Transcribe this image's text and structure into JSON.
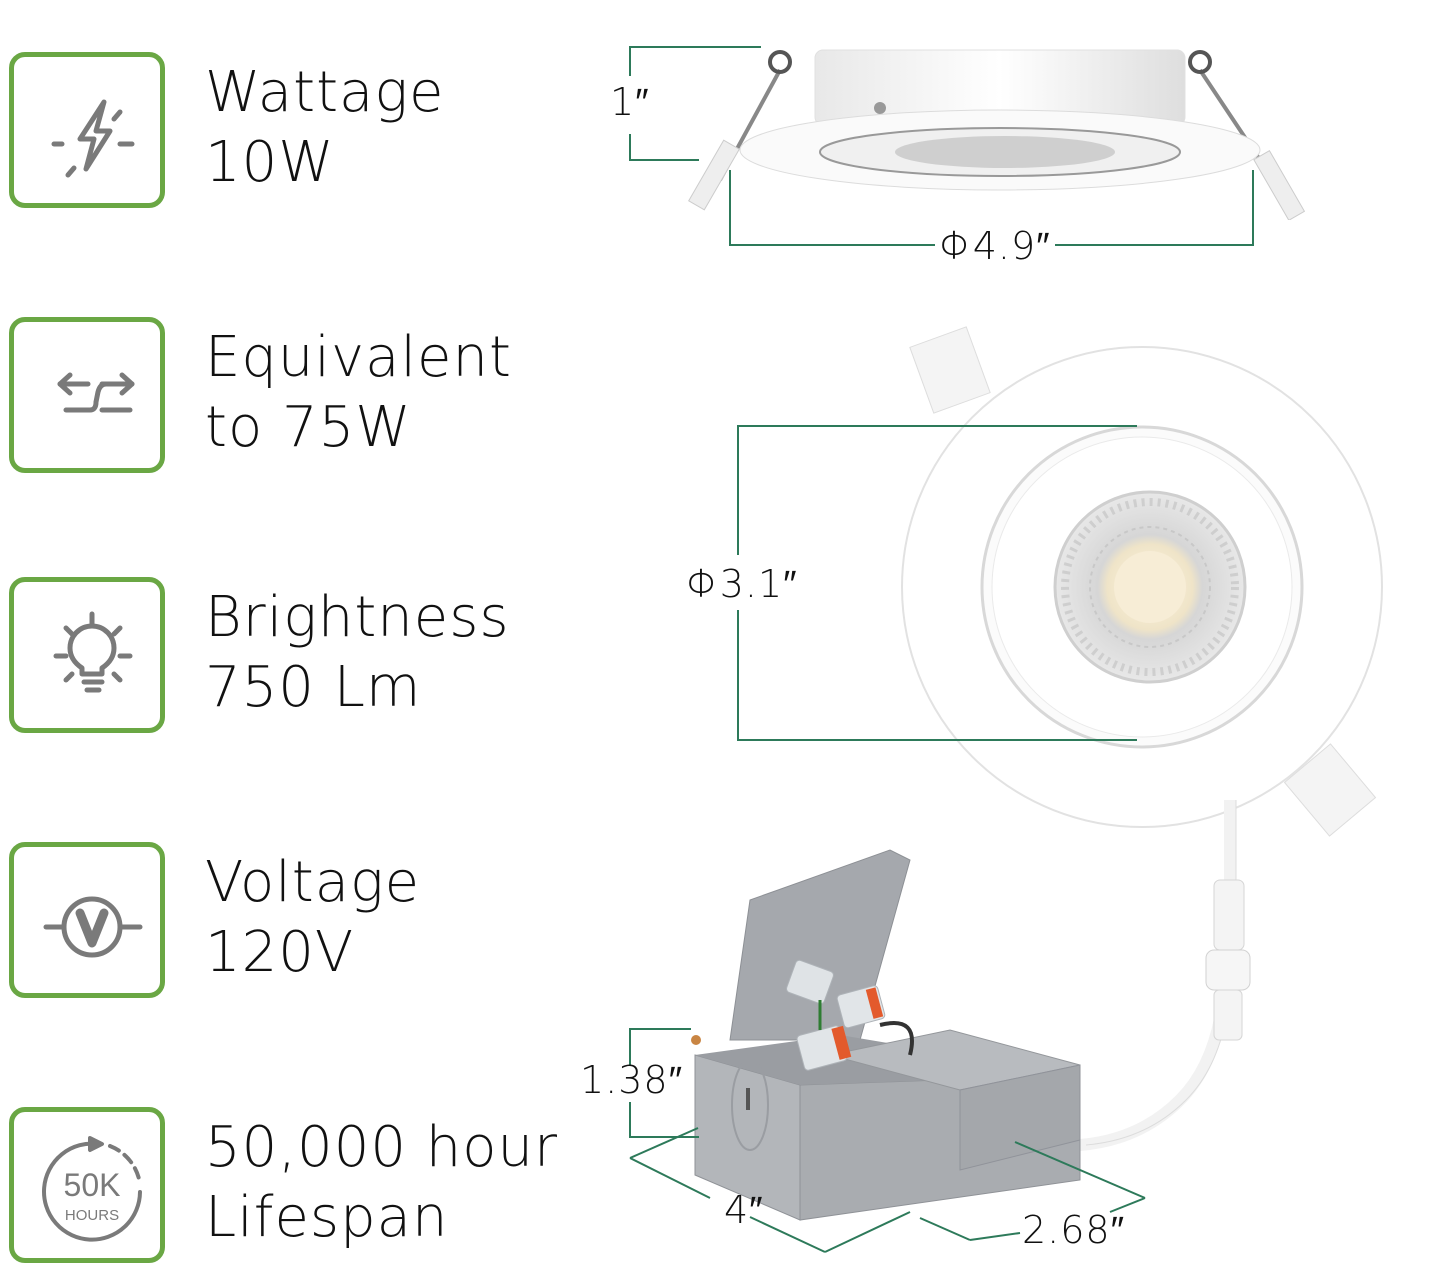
{
  "features": [
    {
      "icon": "lightning-icon",
      "title": "Wattage",
      "value": "10W"
    },
    {
      "icon": "equivalent-arrows-icon",
      "title": "Equivalent",
      "value": "to 75W"
    },
    {
      "icon": "lightbulb-icon",
      "title": "Brightness",
      "value": "750 Lm"
    },
    {
      "icon": "voltmeter-icon",
      "title": "Voltage",
      "value": "120V"
    },
    {
      "icon": "lifespan-clock-icon",
      "title": "50,000 hour",
      "value": "Lifespan",
      "icon_text_main": "50K",
      "icon_text_sub": "HOURS"
    }
  ],
  "dimensions": {
    "side_height": "1″",
    "outer_diameter": "Φ4.9″",
    "inner_diameter": "Φ3.1″",
    "box_height": "1.38″",
    "box_length": "4″",
    "box_width": "2.68″"
  },
  "colors": {
    "icon_border": "#6aa744",
    "dimension_line": "#2d7a5a",
    "icon_glyph": "#7a7a7a",
    "text": "#111111"
  }
}
